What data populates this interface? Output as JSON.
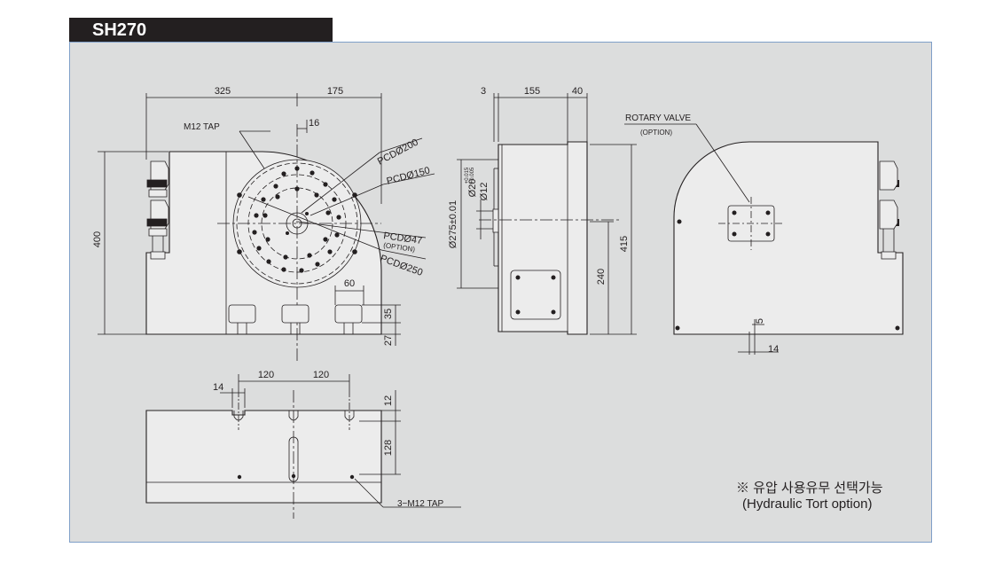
{
  "title": "SH270",
  "colors": {
    "title_bg": "#231f20",
    "panel_bg": "#dcdddd",
    "panel_border": "#7f9fc8",
    "body_fill": "#ececec",
    "line": "#231f20"
  },
  "front_view": {
    "dim_left_width": "325",
    "dim_right_width": "175",
    "dim_offset": "16",
    "dim_height": "400",
    "dim_slot_width": "60",
    "dim_slot_height": "35",
    "dim_bottom": "27",
    "label_tap": "M12 TAP",
    "label_pcd200": "PCDØ200",
    "label_pcd150": "PCDØ150",
    "label_pcd47": "PCDØ47",
    "label_option": "(OPTION)",
    "label_pcd250": "PCDØ250"
  },
  "side_view": {
    "dim_3": "3",
    "dim_155": "155",
    "dim_40": "40",
    "dim_275": "Ø275±0.01",
    "dim_20": "Ø20",
    "dim_20_tol_upper": "+0.015",
    "dim_20_tol_lower": "+0.005",
    "dim_12": "Ø12",
    "dim_240": "240",
    "dim_415": "415"
  },
  "rear_view": {
    "label_valve": "ROTARY VALVE",
    "label_valve_option": "(OPTION)",
    "dim_5": "5",
    "dim_14": "14"
  },
  "bottom_view": {
    "dim_14": "14",
    "dim_120_a": "120",
    "dim_120_b": "120",
    "dim_12": "12",
    "dim_128": "128",
    "label_tap": "3−M12 TAP"
  },
  "note": {
    "korean": "※ 유압 사용유무 선택가능",
    "english": "(Hydraulic Tort option)"
  }
}
